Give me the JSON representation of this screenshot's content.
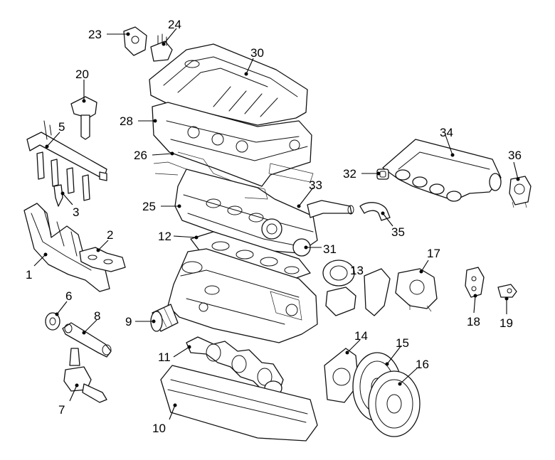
{
  "callouts": [
    {
      "id": "p1",
      "label": "1"
    },
    {
      "id": "p2",
      "label": "2"
    },
    {
      "id": "p3",
      "label": "3"
    },
    {
      "id": "p5",
      "label": "5"
    },
    {
      "id": "p6",
      "label": "6"
    },
    {
      "id": "p7",
      "label": "7"
    },
    {
      "id": "p8",
      "label": "8"
    },
    {
      "id": "p9",
      "label": "9"
    },
    {
      "id": "p10",
      "label": "10"
    },
    {
      "id": "p11",
      "label": "11"
    },
    {
      "id": "p12",
      "label": "12"
    },
    {
      "id": "p13",
      "label": "13"
    },
    {
      "id": "p14",
      "label": "14"
    },
    {
      "id": "p15",
      "label": "15"
    },
    {
      "id": "p16",
      "label": "16"
    },
    {
      "id": "p17",
      "label": "17"
    },
    {
      "id": "p18",
      "label": "18"
    },
    {
      "id": "p19",
      "label": "19"
    },
    {
      "id": "p20",
      "label": "20"
    },
    {
      "id": "p23",
      "label": "23"
    },
    {
      "id": "p24",
      "label": "24"
    },
    {
      "id": "p25",
      "label": "25"
    },
    {
      "id": "p26",
      "label": "26"
    },
    {
      "id": "p28",
      "label": "28"
    },
    {
      "id": "p30",
      "label": "30"
    },
    {
      "id": "p31",
      "label": "31"
    },
    {
      "id": "p32",
      "label": "32"
    },
    {
      "id": "p33",
      "label": "33"
    },
    {
      "id": "p34",
      "label": "34"
    },
    {
      "id": "p35",
      "label": "35"
    },
    {
      "id": "p36",
      "label": "36"
    }
  ]
}
